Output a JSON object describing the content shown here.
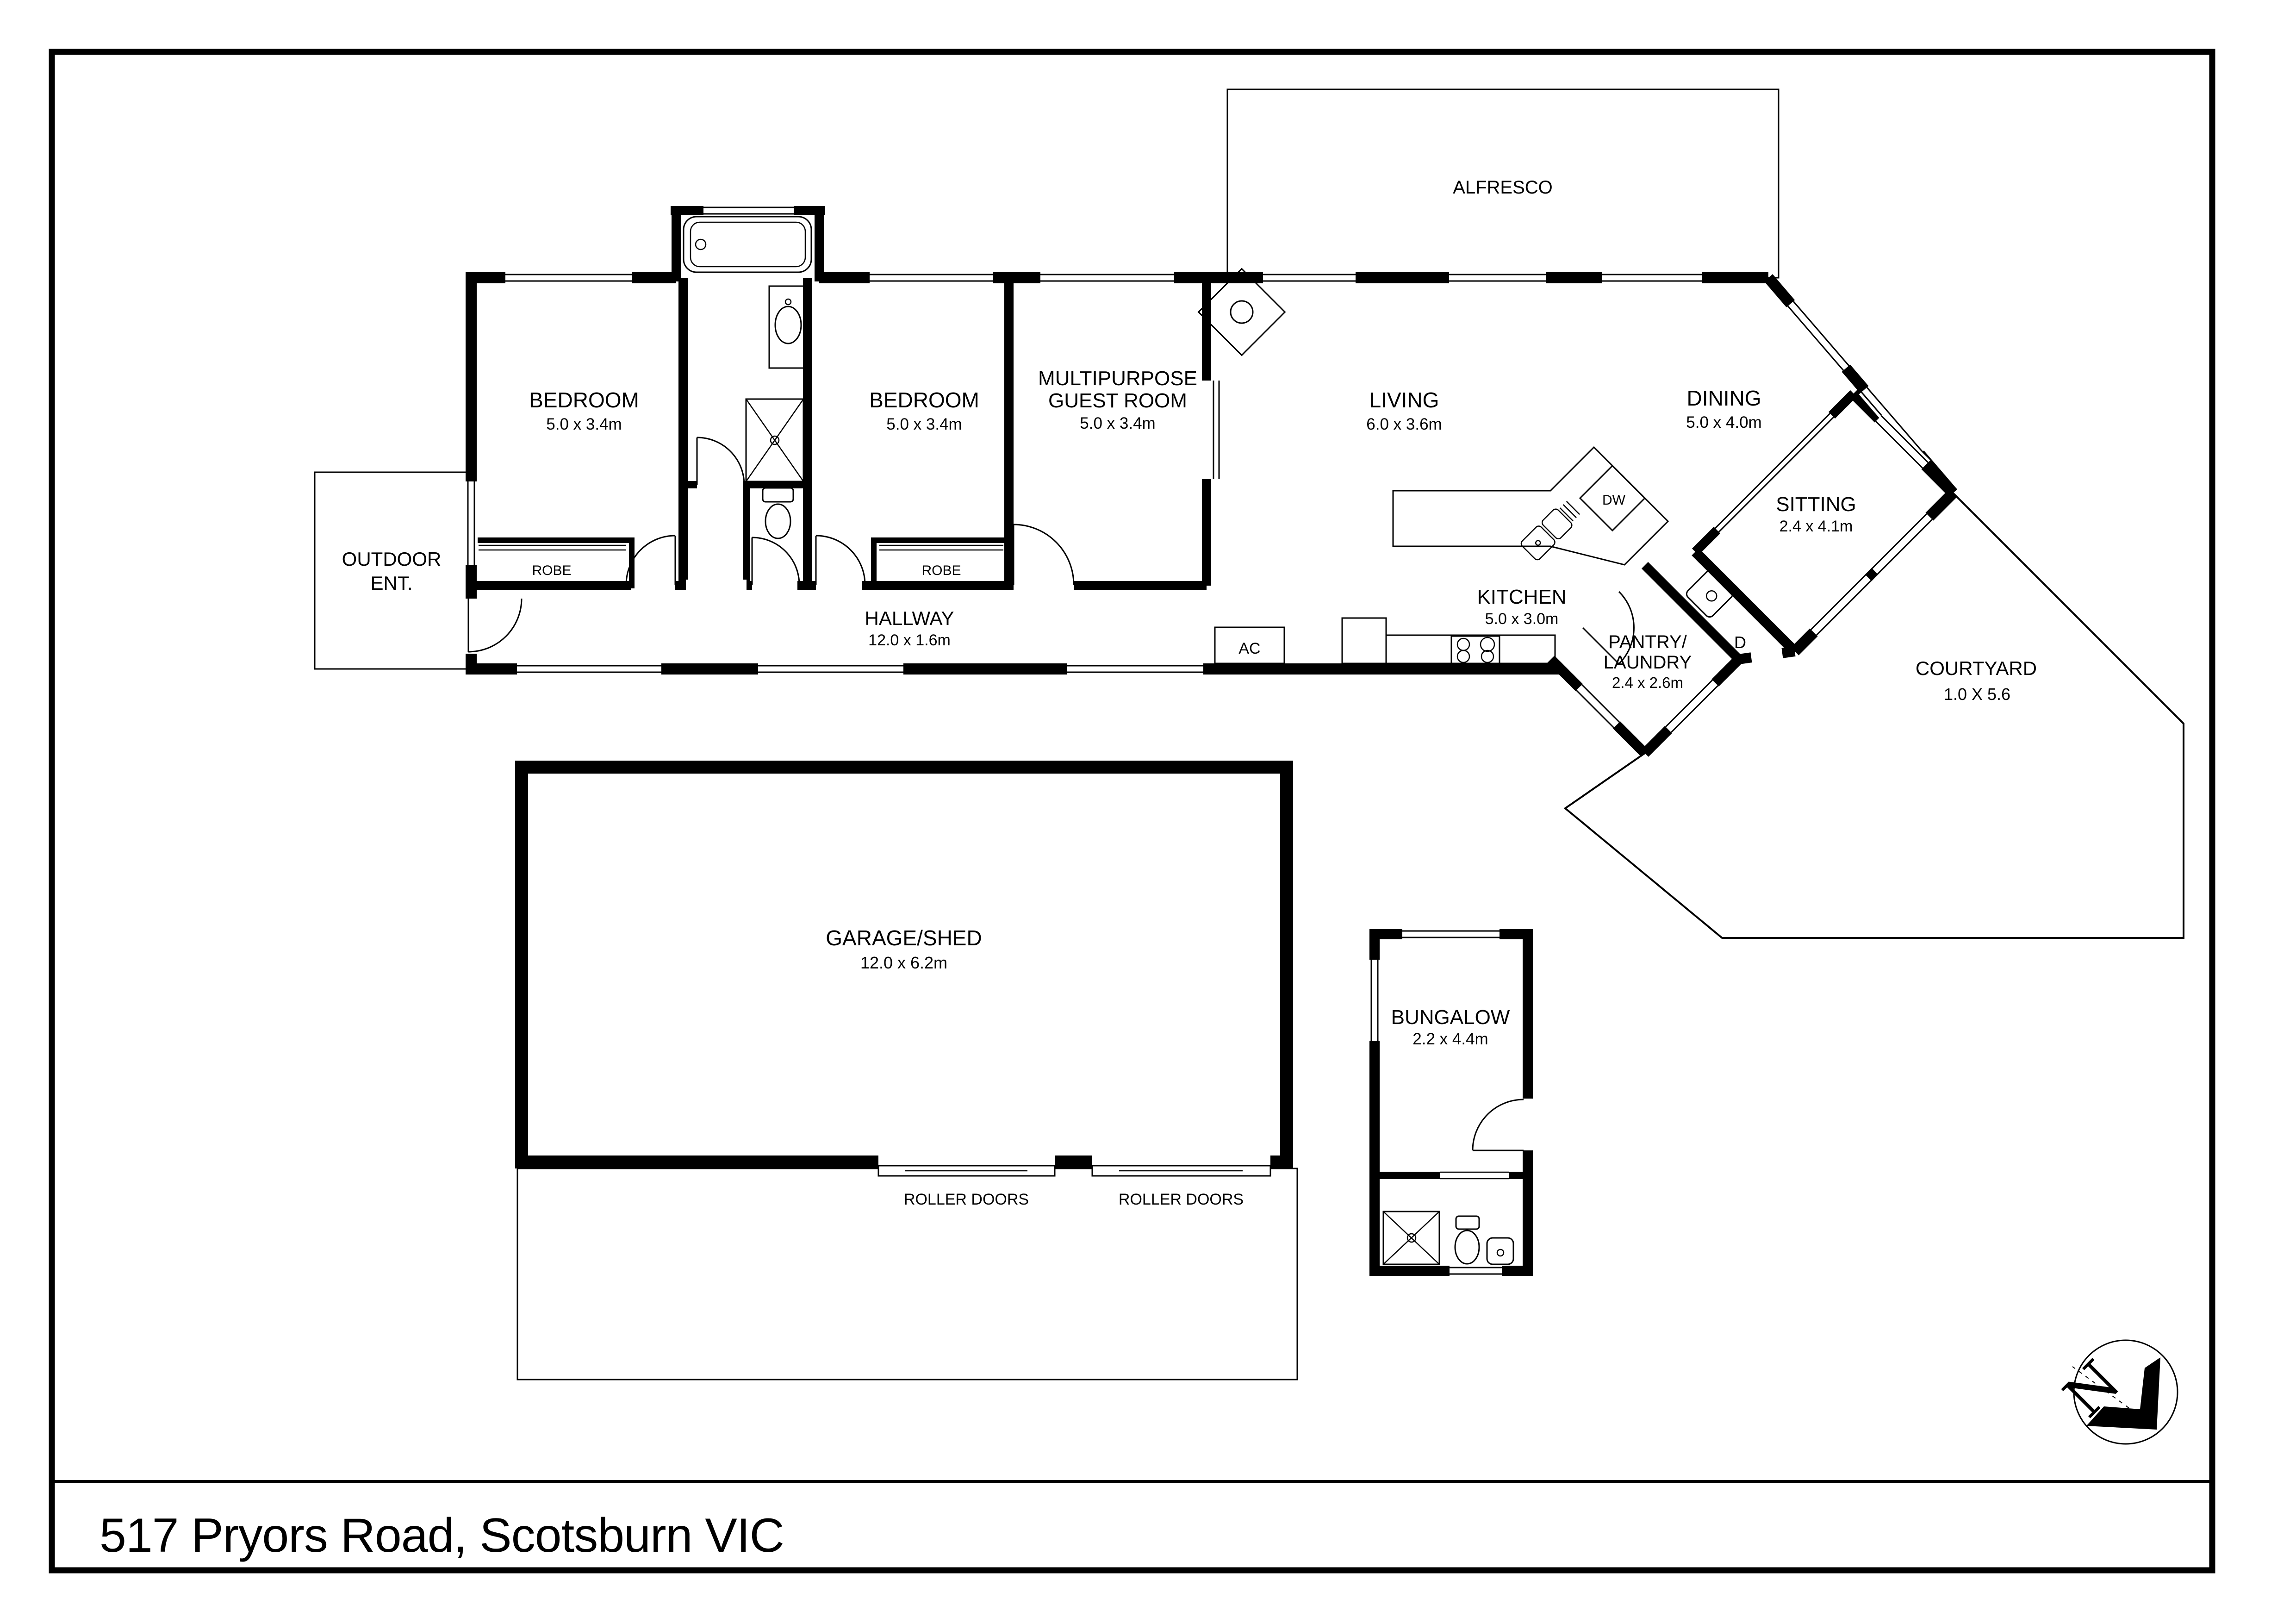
{
  "page": {
    "title": "517 Pryors Road, Scotsburn VIC"
  },
  "rooms": {
    "bedroom1": {
      "name": "BEDROOM",
      "dims": "5.0 x 3.4m"
    },
    "bedroom2": {
      "name": "BEDROOM",
      "dims": "5.0 x 3.4m"
    },
    "multipurpose": {
      "name1": "MULTIPURPOSE",
      "name2": "GUEST ROOM",
      "dims": "5.0 x 3.4m"
    },
    "living": {
      "name": "LIVING",
      "dims": "6.0 x 3.6m"
    },
    "dining": {
      "name": "DINING",
      "dims": "5.0 x 4.0m"
    },
    "sitting": {
      "name": "SITTING",
      "dims": "2.4 x 4.1m"
    },
    "kitchen": {
      "name": "KITCHEN",
      "dims": "5.0 x 3.0m"
    },
    "pantry": {
      "name1": "PANTRY/",
      "name2": "LAUNDRY",
      "dims": "2.4 x 2.6m"
    },
    "hallway": {
      "name": "HALLWAY",
      "dims": "12.0 x 1.6m"
    },
    "courtyard": {
      "name": "COURTYARD",
      "dims": "1.0 X 5.6"
    },
    "alfresco": {
      "name": "ALFRESCO"
    },
    "outdoor_ent": {
      "name1": "OUTDOOR",
      "name2": "ENT."
    },
    "garage": {
      "name": "GARAGE/SHED",
      "dims": "12.0 x 6.2m"
    },
    "bungalow": {
      "name": "BUNGALOW",
      "dims": "2.2 x 4.4m"
    }
  },
  "labels": {
    "robe1": "ROBE",
    "robe2": "ROBE",
    "roller_doors_1": "ROLLER DOORS",
    "roller_doors_2": "ROLLER DOORS",
    "ac": "AC",
    "dw": "DW",
    "laundry_door": "D",
    "north": "N"
  },
  "colors": {
    "wall": "#000000",
    "background": "#ffffff"
  }
}
